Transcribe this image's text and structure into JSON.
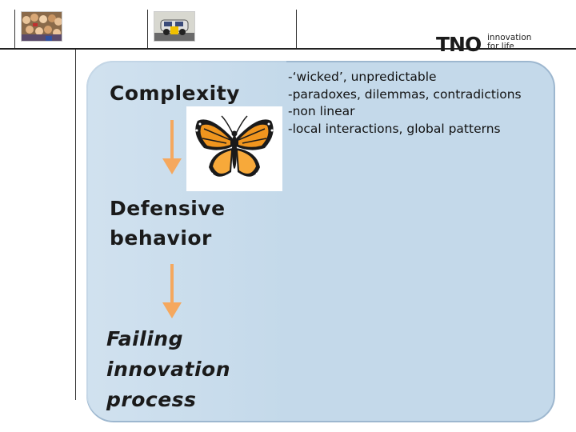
{
  "logo": {
    "wordmark": "TNO",
    "tagline_line1": "innovation",
    "tagline_line2": "for life"
  },
  "flow": {
    "steps": [
      {
        "label_line1": "Complexity",
        "label_line2": "",
        "label_line3": ""
      },
      {
        "label_line1": "Defensive",
        "label_line2": "behavior",
        "label_line3": ""
      },
      {
        "label_line1": "Failing",
        "label_line2": "innovation",
        "label_line3": "process"
      }
    ],
    "arrow_color": "#f5a85e"
  },
  "bullets": [
    "-‘wicked’, unpredictable",
    "-paradoxes, dilemmas, contradictions",
    "-non linear",
    "-local interactions, global patterns"
  ],
  "colors": {
    "panel_fill": "#c4d9ea",
    "panel_border": "#9db7cf",
    "butterfly_orange": "#f0951e",
    "butterfly_black": "#1a1a1a"
  },
  "images": {
    "thumb1": "crowd-photo",
    "thumb2": "vehicle-photo",
    "illustration": "butterfly-illustration"
  }
}
